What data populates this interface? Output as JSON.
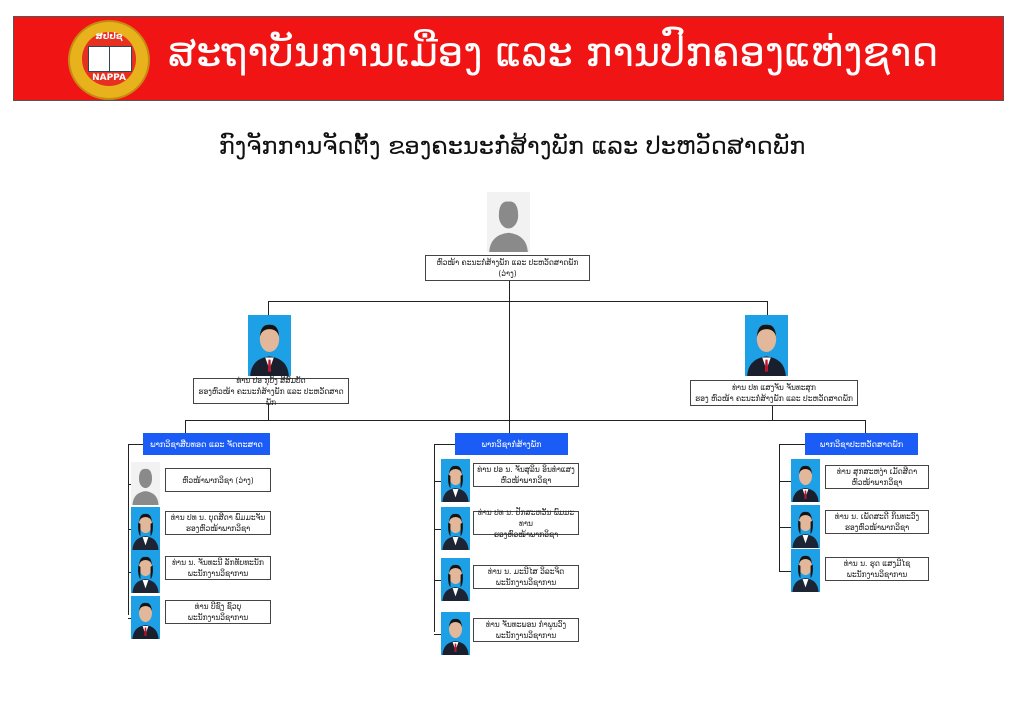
{
  "header": {
    "title": "ສະຖາບັນການເມືອງ ແລະ ການປົກຄອງແຫ່ງຊາດ",
    "logo_text_top": "ສປປຊ",
    "logo_text_bottom": "NAPPA"
  },
  "subtitle": "ກົງຈັກການຈັດຕັ້ງ ຂອງຄະນະກໍ່ສ້າງພັກ ແລະ ປະຫວັດສາດພັກ",
  "head": {
    "name": "ຫົວໜ້າ ຄະນະກໍ່ສ້າງພັກ ແລະ ປະຫວັດສາດພັກ",
    "role": "(ວ່າງ)",
    "photo": "placeholder"
  },
  "deputies": [
    {
      "name": "ທ່ານ ປອ ກຸບັງ ສີສົມບັດ",
      "role": "ຮອງຫົວໜ້າ ຄະນະກໍ່ສ້າງພັກ ແລະ ປະຫວັດສາດພັກ",
      "photo": "male"
    },
    {
      "name": "ທ່ານ ປທ ແສງຈັນ ຈັນທະສຸກ",
      "role": "ຮອງ ຫົວໜ້າ ຄະນະກໍ່ສ້າງພັກ ແລະ ປະຫວັດສາດພັກ",
      "photo": "male"
    }
  ],
  "departments": [
    {
      "name": "ພາກວິຊາສືບທອດ ແລະ ຈັດຕະສາດ",
      "staff": [
        {
          "name": "ຫົວໜ້າພາກວິຊາ (ວ່າງ)",
          "role": "",
          "photo": "placeholder"
        },
        {
          "name": "ທ່ານ ປທ ນ. ບຸດສີດາ ພົມມະຈັນ",
          "role": "ຮອງຫົວໜ້າພາກວິຊາ",
          "photo": "female"
        },
        {
          "name": "ທ່ານ ນ. ຈັນທະນີ ລັກທັບທະນັກ",
          "role": "ພະນັກງານວິຊາການ",
          "photo": "female"
        },
        {
          "name": "ທ່ານ ບີຊົງ ຊົວບຸ",
          "role": "ພະນັກງານວິຊາການ",
          "photo": "male"
        }
      ]
    },
    {
      "name": "ພາກວິຊາກໍ່ສ້າງພັກ",
      "staff": [
        {
          "name": "ທ່ານ ປອ ນ. ຈັນສຸລິນ ອິນທໍາແສງ",
          "role": "ຫົວໜ້າພາກວິຊາ",
          "photo": "female"
        },
        {
          "name": "ທ່ານ ປທ ນ. ປັກສະຫວັນ ພົມມະທານ",
          "role": "ຮອງຫົວໜ້າພາກວິຊາ",
          "photo": "female"
        },
        {
          "name": "ທ່ານ ນ. ມະນີໄສ ວິລະຈິດ",
          "role": "ພະນັກງານວິຊາການ",
          "photo": "female"
        },
        {
          "name": "ທ່ານ ຈັນທະພອນ ກໍາພູນວົງ",
          "role": "ພະນັກງານວິຊາການ",
          "photo": "male"
        }
      ]
    },
    {
      "name": "ພາກວິຊາປະຫວັດສາດພັກ",
      "staff": [
        {
          "name": "ທ່ານ ສຸກສະຫງ່າ ເມັດສີດາ",
          "role": "ຫົວໜ້າພາກວິຊາ",
          "photo": "male"
        },
        {
          "name": "ທ່ານ ນ. ເພັດສະດີ ກິນທະວົງ",
          "role": "ຮອງຫົວໜ້າພາກວິຊາ",
          "photo": "female"
        },
        {
          "name": "ທ່ານ ນ. ຮຸດ ແສງມີໄຊ",
          "role": "ພະນັກງານວິຊາການ",
          "photo": "female"
        }
      ]
    }
  ],
  "colors": {
    "header_red": "#f01414",
    "dept_blue": "#1a5cf5",
    "photo_blue": "#1ea0e6"
  }
}
